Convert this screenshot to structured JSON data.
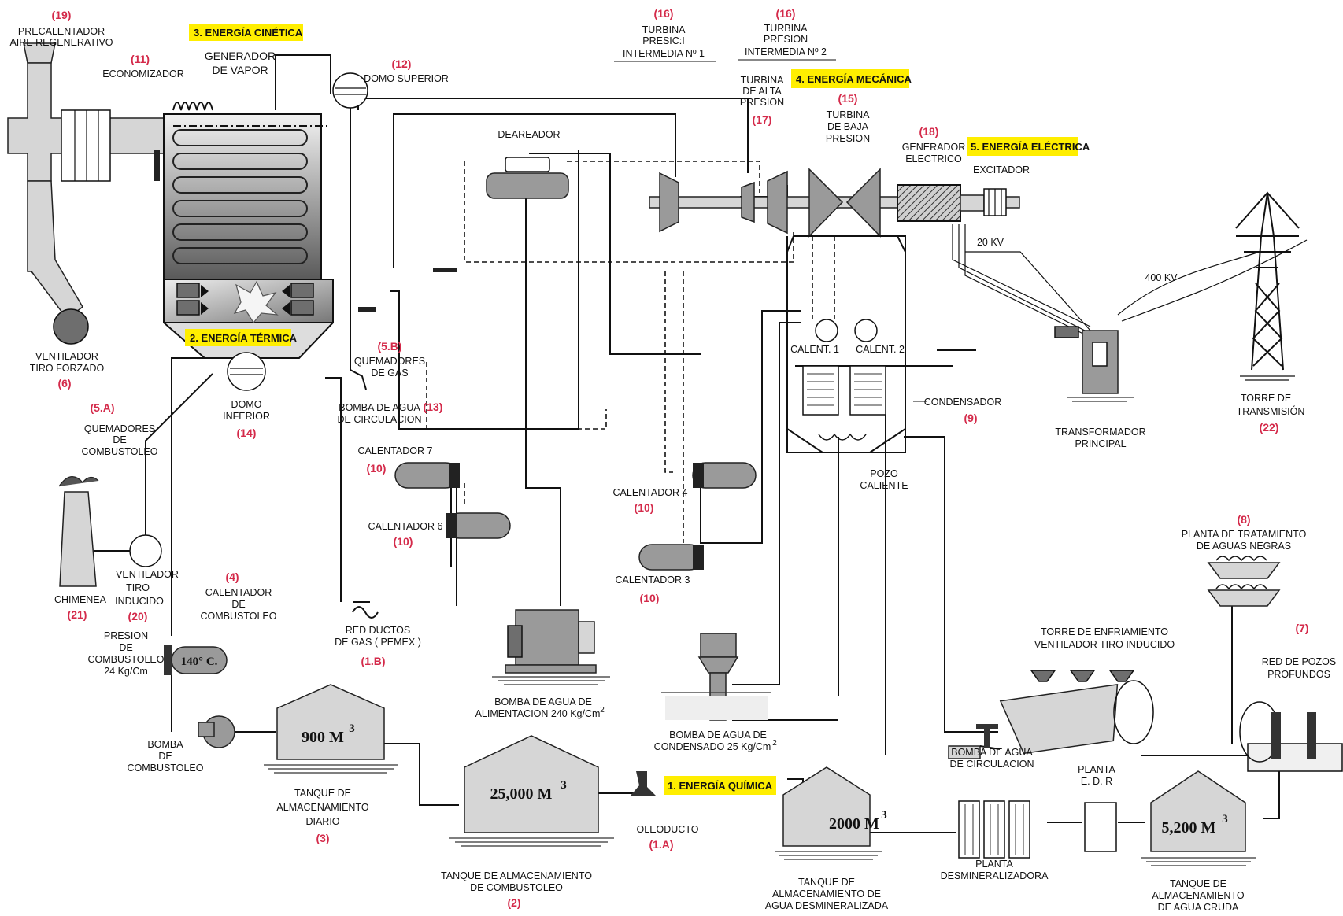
{
  "energies": {
    "e1": "1. ENERGÍA QUÍMICA",
    "e2": "2. ENERGÍA TÉRMICA",
    "e3": "3. ENERGÍA CINÉTICA",
    "e4": "4. ENERGÍA MECÁNICA",
    "e5": "5. ENERGÍA ELÉCTRICA"
  },
  "highlight_color": "#ffee00",
  "number_color": "#d42a4a",
  "components": {
    "precalentador": {
      "label": [
        "PRECALENTADOR",
        "AIRE REGENERATIVO"
      ],
      "num": "(19)"
    },
    "economizador": {
      "label": [
        "ECONOMIZADOR"
      ],
      "num": "(11)"
    },
    "generador_vapor": {
      "label": [
        "GENERADOR",
        "DE VAPOR"
      ]
    },
    "domo_superior": {
      "label": [
        "DOMO SUPERIOR"
      ],
      "num": "(12)"
    },
    "ventilador_forzado": {
      "label": [
        "VENTILADOR",
        "TIRO FORZADO"
      ],
      "num": "(6)"
    },
    "quemadores_combustoleo": {
      "label": [
        "QUEMADORES",
        "DE",
        "COMBUSTOLEO"
      ],
      "num": "(5.A)"
    },
    "domo_inferior": {
      "label": [
        "DOMO",
        "INFERIOR"
      ],
      "num": "(14)"
    },
    "quemadores_gas": {
      "label": [
        "QUEMADORES",
        "DE GAS"
      ],
      "num": "(5.B)"
    },
    "bomba_circulacion_caldera": {
      "label": [
        "BOMBA DE AGUA",
        "DE CIRCULACION"
      ],
      "num": "(13)"
    },
    "chimenea": {
      "label": [
        "CHIMENEA"
      ],
      "num": "(21)"
    },
    "ventilador_inducido": {
      "label": [
        "VENTILADOR",
        "TIRO",
        "INDUCIDO"
      ],
      "num": "(20)"
    },
    "calentador_combustoleo": {
      "label": [
        "CALENTADOR",
        "DE",
        "COMBUSTOLEO"
      ],
      "num": "(4)",
      "temp": "140° C."
    },
    "presion_combustoleo": {
      "label": [
        "PRESION",
        "DE",
        "COMBUSTOLEO",
        "24 Kg/Cm"
      ]
    },
    "bomba_combustoleo": {
      "label": [
        "BOMBA",
        "DE",
        "COMBUSTOLEO"
      ]
    },
    "tanque_diario": {
      "label": [
        "TANQUE DE",
        "ALMACENAMIENTO",
        "DIARIO"
      ],
      "num": "(3)",
      "capacity": "900 M",
      "exp": "3"
    },
    "tanque_combustoleo": {
      "label": [
        "TANQUE DE ALMACENAMIENTO",
        "DE COMBUSTOLEO"
      ],
      "num": "(2)",
      "capacity": "25,000 M",
      "exp": "3"
    },
    "oleoducto": {
      "label": [
        "OLEODUCTO"
      ],
      "num": "(1.A)"
    },
    "red_gas": {
      "label": [
        "RED DUCTOS",
        "DE GAS ( PEMEX )"
      ],
      "num": "(1.B)"
    },
    "deareador": {
      "label": [
        "DEAREADOR"
      ]
    },
    "calentador7": {
      "label": [
        "CALENTADOR 7"
      ],
      "num": "(10)"
    },
    "calentador6": {
      "label": [
        "CALENTADOR 6"
      ],
      "num": "(10)"
    },
    "calentador4": {
      "label": [
        "CALENTADOR 4"
      ],
      "num": "(10)"
    },
    "calentador3": {
      "label": [
        "CALENTADOR 3"
      ],
      "num": "(10)"
    },
    "bomba_alimentacion": {
      "label": [
        "BOMBA DE AGUA DE",
        "ALIMENTACION 240 Kg/Cm"
      ],
      "exp": "2"
    },
    "bomba_condensado": {
      "label": [
        "BOMBA DE AGUA DE",
        "CONDENSADO  25 Kg/Cm"
      ],
      "exp": "2"
    },
    "turbina_intermedia_1": {
      "label": [
        "TURBINA",
        "PRESIC:I",
        "INTERMEDIA Nº 1"
      ],
      "num": "(16)"
    },
    "turbina_intermedia_2": {
      "label": [
        "TURBINA",
        "PRESION",
        "INTERMEDIA Nº 2"
      ],
      "num": "(16)"
    },
    "turbina_alta": {
      "label": [
        "TURBINA",
        "DE ALTA",
        "PRESION"
      ],
      "num": "(17)"
    },
    "turbina_baja": {
      "label": [
        "TURBINA",
        "DE BAJA",
        "PRESION"
      ],
      "num": "(15)"
    },
    "generador_electrico": {
      "label": [
        "GENERADOR",
        "ELECTRICO"
      ],
      "num": "(18)"
    },
    "excitador": {
      "label": [
        "EXCITADOR"
      ]
    },
    "calent1": {
      "label": [
        "CALENT. 1"
      ]
    },
    "calent2": {
      "label": [
        "CALENT. 2"
      ]
    },
    "condensador": {
      "label": [
        "CONDENSADOR"
      ],
      "num": "(9)"
    },
    "pozo_caliente": {
      "label": [
        "POZO",
        "CALIENTE"
      ]
    },
    "transformador": {
      "label": [
        "TRANSFORMADOR",
        "PRINCIPAL"
      ],
      "v20": "20 KV",
      "v400": "400 KV"
    },
    "torre_transmision": {
      "label": [
        "TORRE DE",
        "TRANSMISIÓN"
      ],
      "num": "(22)"
    },
    "planta_negras": {
      "label": [
        "PLANTA DE TRATAMIENTO",
        "DE AGUAS NEGRAS"
      ],
      "num": "(8)"
    },
    "torre_enfriamiento": {
      "label": [
        "TORRE DE ENFRIAMIENTO",
        "VENTILADOR TIRO INDUCIDO"
      ]
    },
    "red_pozos": {
      "label": [
        "RED DE POZOS",
        "PROFUNDOS"
      ],
      "num": "(7)"
    },
    "bomba_circulacion": {
      "label": [
        "BOMBA DE AGUA",
        "DE CIRCULACION"
      ]
    },
    "planta_edr": {
      "label": [
        "PLANTA",
        "E. D. R"
      ]
    },
    "planta_desmin": {
      "label": [
        "PLANTA",
        "DESMINERALIZADORA"
      ]
    },
    "tanque_desmin": {
      "label": [
        "TANQUE DE",
        "ALMACENAMIENTO DE",
        "AGUA DESMINERALIZADA"
      ],
      "capacity": "2000 M",
      "exp": "3"
    },
    "tanque_cruda": {
      "label": [
        "TANQUE DE",
        "ALMACENAMIENTO",
        "DE AGUA CRUDA"
      ],
      "capacity": "5,200 M",
      "exp": "3"
    }
  }
}
